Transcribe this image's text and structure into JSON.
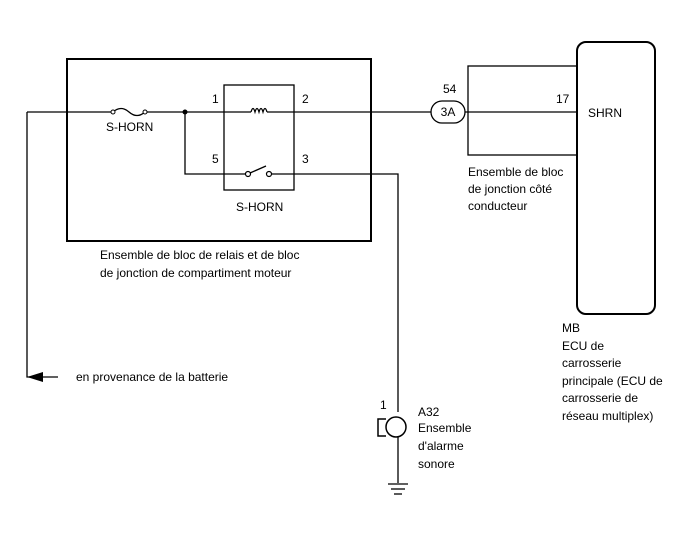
{
  "relay_block": {
    "caption_line1": "Ensemble de bloc de relais et de bloc",
    "caption_line2": "de jonction de compartiment moteur",
    "fuse_label": "S-HORN",
    "relay_label": "S-HORN",
    "pin1": "1",
    "pin2": "2",
    "pin3": "3",
    "pin5": "5"
  },
  "junction_block": {
    "connector": "3A",
    "pin": "54",
    "caption_line1": "Ensemble de bloc",
    "caption_line2": "de jonction côté",
    "caption_line3": "conducteur"
  },
  "ecu": {
    "pin": "17",
    "terminal": "SHRN",
    "code": "MB",
    "name_line1": "ECU de",
    "name_line2": "carrosserie",
    "name_line3": "principale (ECU de",
    "name_line4": "carrosserie de",
    "name_line5": "réseau multiplex)"
  },
  "battery": {
    "label": "en provenance de la batterie"
  },
  "horn": {
    "pin": "1",
    "code": "A32",
    "name_line1": "Ensemble",
    "name_line2": "d'alarme",
    "name_line3": "sonore"
  },
  "icons": [
    "fuse-icon",
    "relay-coil-icon",
    "relay-switch-icon",
    "horn-icon",
    "ground-icon",
    "arrow-left-icon"
  ]
}
